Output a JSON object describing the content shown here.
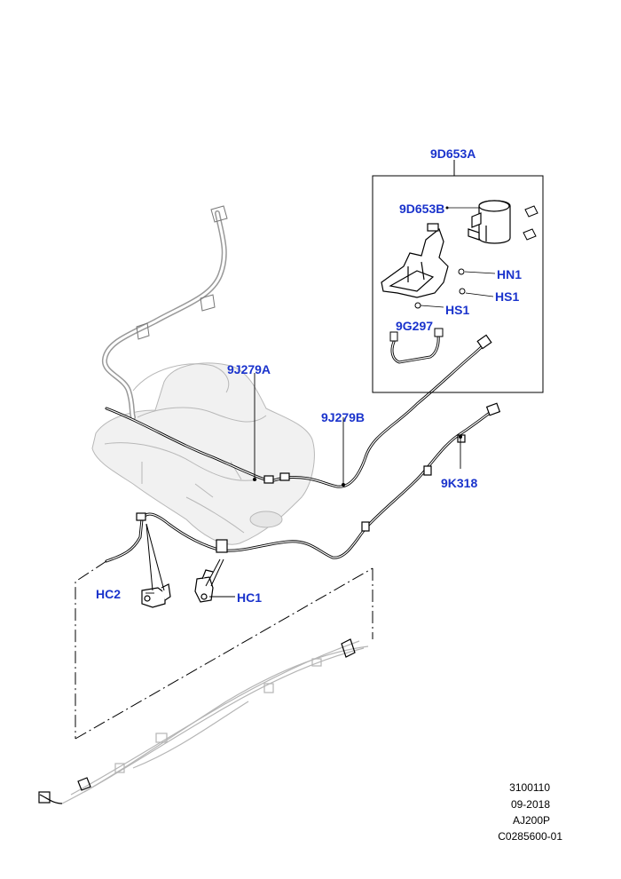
{
  "callouts": {
    "c_9d653a": "9D653A",
    "c_9d653b": "9D653B",
    "c_hn1": "HN1",
    "c_hs1_right": "HS1",
    "c_hs1_left": "HS1",
    "c_9g297": "9G297",
    "c_9j279a": "9J279A",
    "c_9j279b": "9J279B",
    "c_9k318": "9K318",
    "c_hc2": "HC2",
    "c_hc1": "HC1"
  },
  "footer": {
    "line1": "3100110",
    "line2": "09-2018",
    "line3": "AJ200P",
    "line4": "C0285600-01"
  },
  "colors": {
    "callout_text": "#1a33cc",
    "line": "#000000",
    "ghost": "#bbbbbb"
  }
}
